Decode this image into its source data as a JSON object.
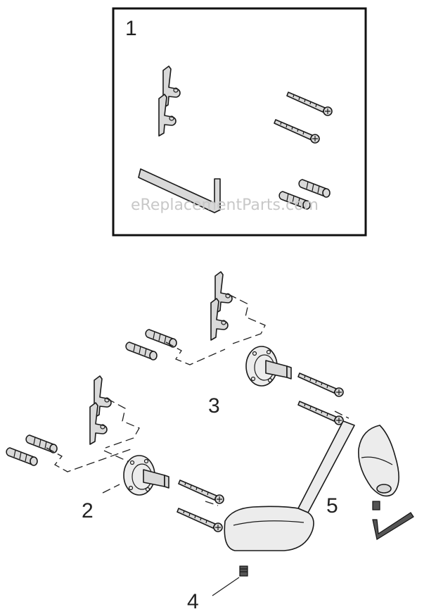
{
  "callouts": {
    "kit": "1",
    "left_flange": "2",
    "right_flange": "3",
    "set_screw": "4",
    "towel_bar": "5"
  },
  "watermark": "eReplacementParts.com"
}
